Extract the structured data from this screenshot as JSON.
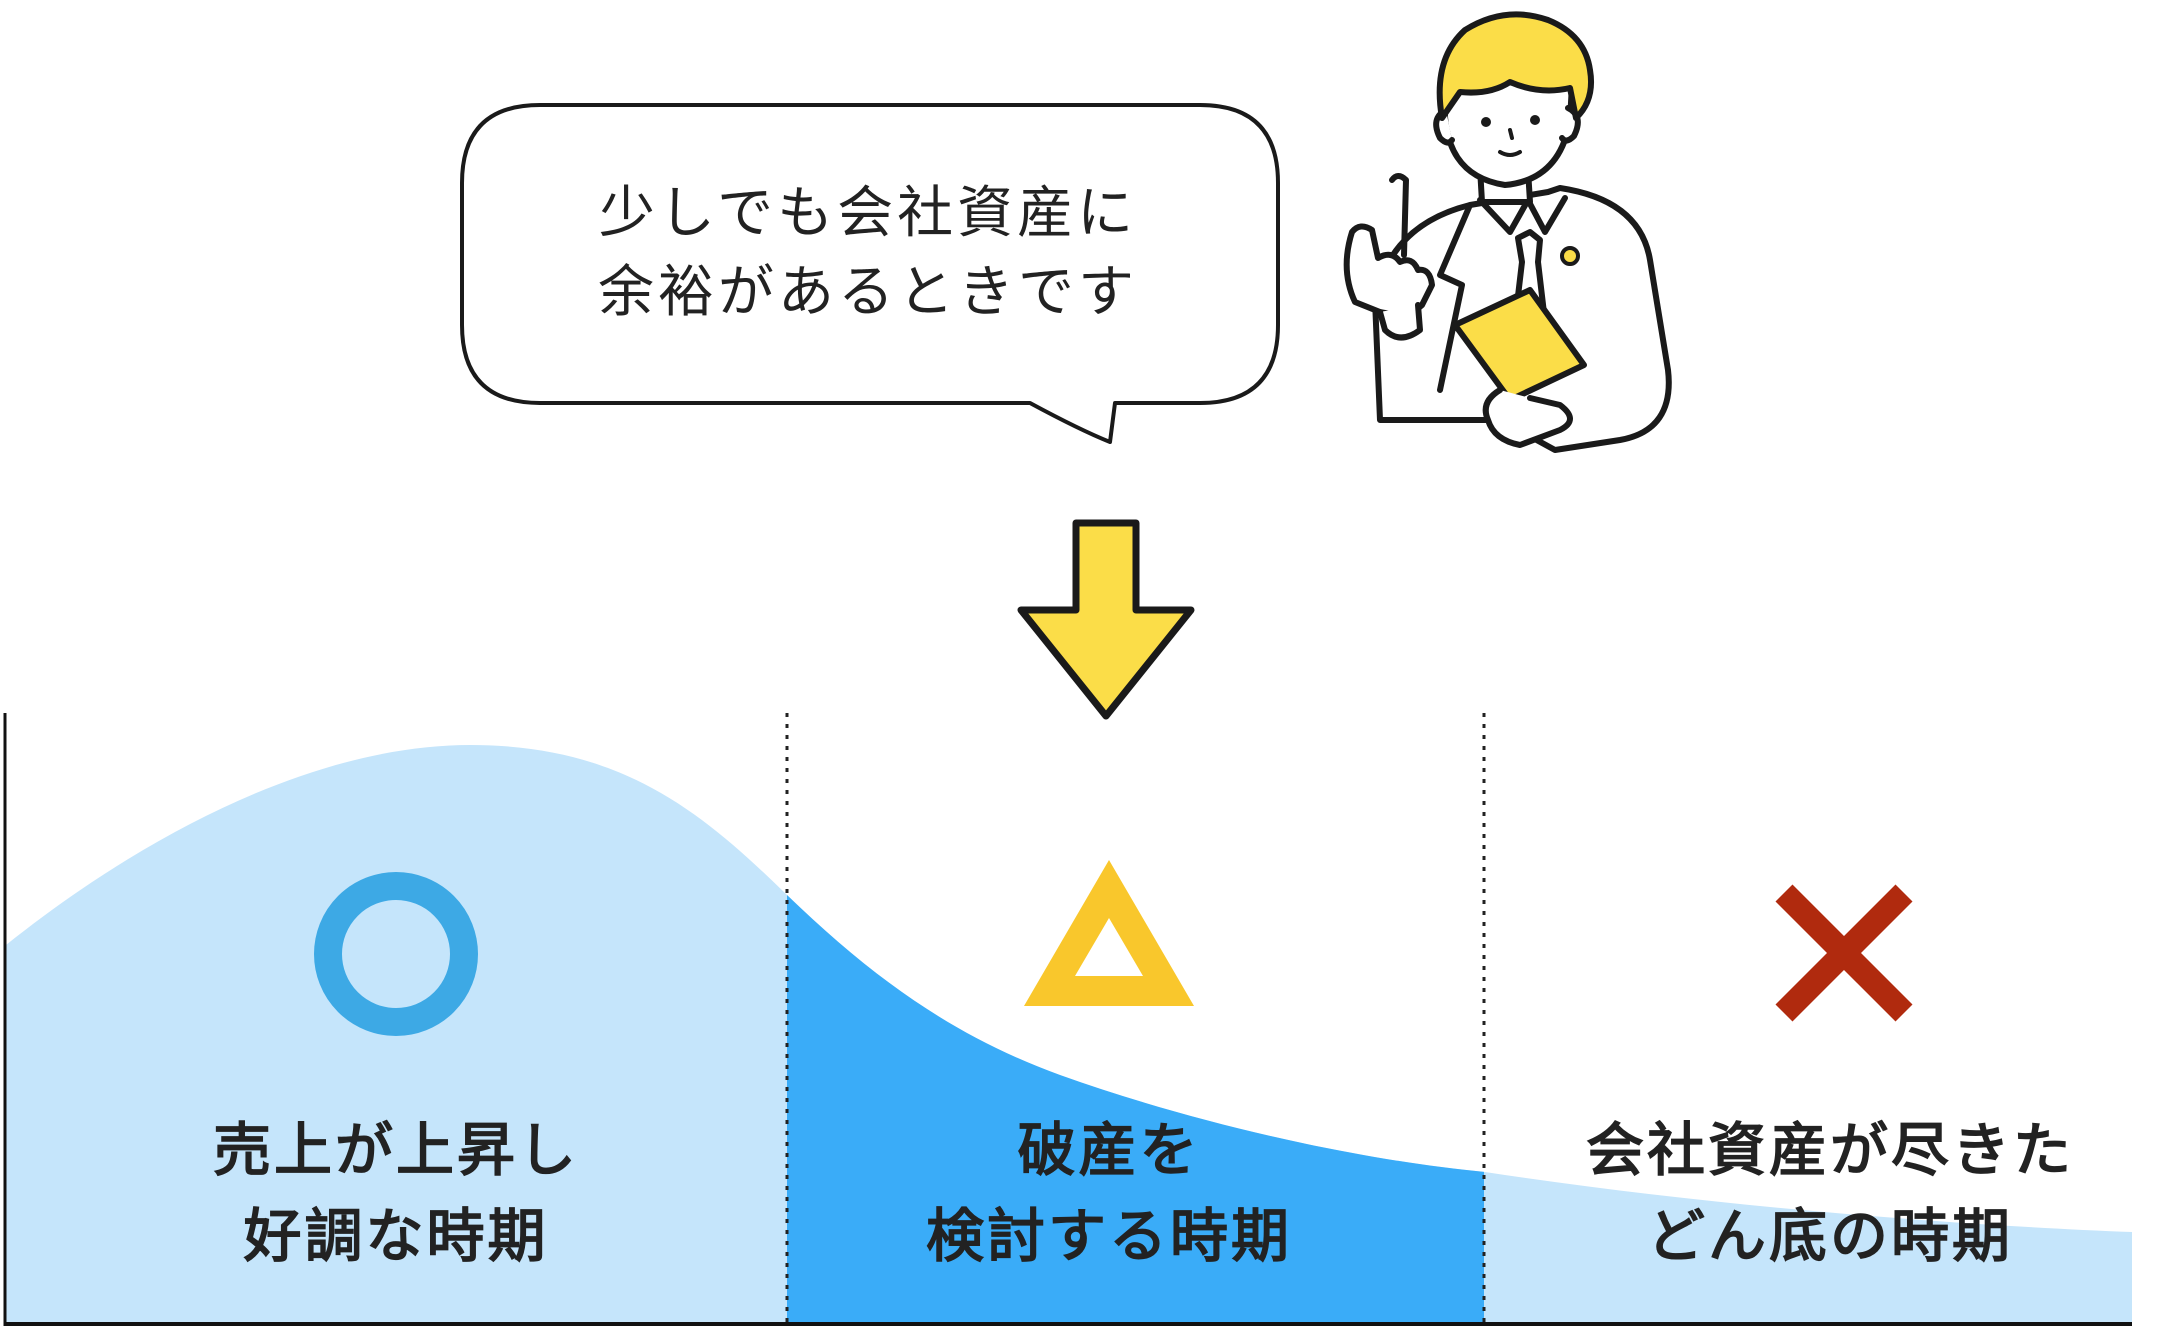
{
  "speech_bubble": {
    "line1": "少しでも会社資産に",
    "line2": "余裕があるときです"
  },
  "phases": [
    {
      "symbol": "circle",
      "symbol_color": "#3DA9E5",
      "line1": "売上が上昇し",
      "line2": "好調な時期"
    },
    {
      "symbol": "triangle",
      "symbol_color": "#F9C72C",
      "line1": "破産を",
      "line2": "検討する時期"
    },
    {
      "symbol": "cross",
      "symbol_color": "#B02A0E",
      "line1": "会社資産が尽きた",
      "line2": "どん底の時期"
    }
  ],
  "colors": {
    "curve_light": "#C5E5FB",
    "curve_highlight": "#3AACF8",
    "arrow_fill": "#FBDD48",
    "character_accent": "#FBDD48",
    "outline": "#1A1A1A"
  },
  "icons": {
    "pointer_arrow": "down-arrow-icon",
    "character": "lawyer-illustration"
  }
}
